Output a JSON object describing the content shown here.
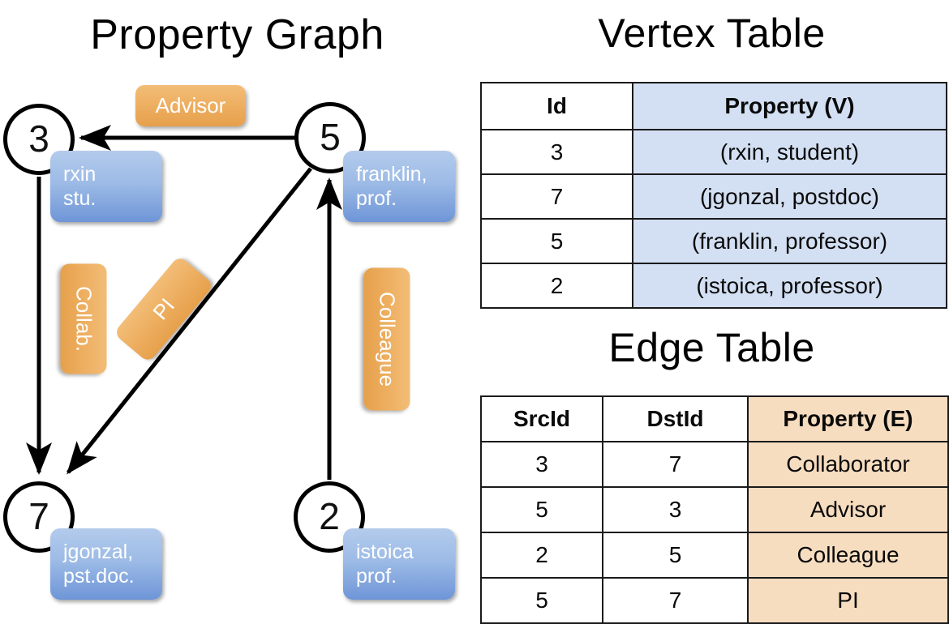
{
  "titles": {
    "property_graph": "Property Graph",
    "vertex_table": "Vertex Table",
    "edge_table": "Edge Table"
  },
  "graph": {
    "nodes": [
      {
        "id": "3",
        "property": "rxin\nstu."
      },
      {
        "id": "5",
        "property": "franklin,\nprof."
      },
      {
        "id": "7",
        "property": "jgonzal,\npst.doc."
      },
      {
        "id": "2",
        "property": "istoica\nprof."
      }
    ],
    "node_labels": {
      "n3": "3",
      "n5": "5",
      "n7": "7",
      "n2": "2"
    },
    "properties": {
      "rxin_line1": "rxin",
      "rxin_line2": "stu.",
      "franklin_line1": "franklin,",
      "franklin_line2": "prof.",
      "jgonzal_line1": "jgonzal,",
      "jgonzal_line2": "pst.doc.",
      "istoica_line1": "istoica",
      "istoica_line2": "prof."
    },
    "edge_labels": {
      "advisor": "Advisor",
      "collab": "Collab.",
      "pi": "PI",
      "colleague": "Colleague"
    },
    "edges": [
      {
        "src": "5",
        "dst": "3",
        "label": "Advisor"
      },
      {
        "src": "3",
        "dst": "7",
        "label": "Collab."
      },
      {
        "src": "5",
        "dst": "7",
        "label": "PI"
      },
      {
        "src": "2",
        "dst": "5",
        "label": "Colleague"
      }
    ]
  },
  "vertex_table": {
    "headers": [
      "Id",
      "Property (V)"
    ],
    "rows": [
      {
        "id": "3",
        "property": "(rxin, student)"
      },
      {
        "id": "7",
        "property": "(jgonzal, postdoc)"
      },
      {
        "id": "5",
        "property": "(franklin, professor)"
      },
      {
        "id": "2",
        "property": "(istoica, professor)"
      }
    ]
  },
  "edge_table": {
    "headers": [
      "SrcId",
      "DstId",
      "Property (E)"
    ],
    "rows": [
      {
        "src": "3",
        "dst": "7",
        "property": "Collaborator"
      },
      {
        "src": "5",
        "dst": "3",
        "property": "Advisor"
      },
      {
        "src": "2",
        "dst": "5",
        "property": "Colleague"
      },
      {
        "src": "5",
        "dst": "7",
        "property": "PI"
      }
    ]
  },
  "colors": {
    "vertex_property_fill": "#d3dff2",
    "edge_property_fill": "#f7ddc0",
    "node_box_blue": "#6e95d7",
    "edge_label_orange": "#eeb063",
    "stroke": "#000000"
  }
}
